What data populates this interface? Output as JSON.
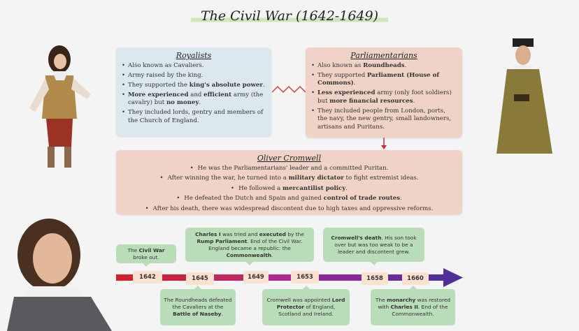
{
  "title": "The Civil War (1642-1649)",
  "royalists": {
    "heading": "Royalists",
    "items": [
      [
        [
          "Also known as Cavaliers.",
          0
        ]
      ],
      [
        [
          "Army raised by the king.",
          0
        ]
      ],
      [
        [
          "They supported the ",
          0
        ],
        [
          "king's absolute power",
          1
        ],
        [
          ".",
          0
        ]
      ],
      [
        [
          "More experienced",
          1
        ],
        [
          " and ",
          0
        ],
        [
          "efficient",
          1
        ],
        [
          " army (the cavalry) but ",
          0
        ],
        [
          "no money",
          1
        ],
        [
          ".",
          0
        ]
      ],
      [
        [
          "They included lords, gentry and members of the Church of England.",
          0
        ]
      ]
    ]
  },
  "parliamentarians": {
    "heading": "Parliamentarians",
    "items": [
      [
        [
          "Also known as ",
          0
        ],
        [
          "Roundheads",
          1
        ],
        [
          ".",
          0
        ]
      ],
      [
        [
          "They supported ",
          0
        ],
        [
          "Parliament (House of Commons)",
          1
        ],
        [
          ".",
          0
        ]
      ],
      [
        [
          "Less experienced",
          1
        ],
        [
          " army (only foot soldiers) but ",
          0
        ],
        [
          "more financial resources",
          1
        ],
        [
          ".",
          0
        ]
      ],
      [
        [
          "They included people from London, ports, the navy, the new gentry, small landowners, artisans and Puritans.",
          0
        ]
      ]
    ]
  },
  "cromwell": {
    "heading": "Oliver Cromwell",
    "items": [
      [
        [
          "He was the Parliamentarians' leader and a committed Puritan.",
          0
        ]
      ],
      [
        [
          "After winning the war, he turned into a ",
          0
        ],
        [
          "military dictator",
          1
        ],
        [
          " to fight extremist ideas.",
          0
        ]
      ],
      [
        [
          "He followed a ",
          0
        ],
        [
          "mercantilist policy",
          1
        ],
        [
          ".",
          0
        ]
      ],
      [
        [
          "He defeated the Dutch and Spain and gained ",
          0
        ],
        [
          "control of trade routes",
          1
        ],
        [
          ".",
          0
        ]
      ],
      [
        [
          "After his death, there was widespread discontent due to high taxes and oppressive reforms.",
          0
        ]
      ]
    ]
  },
  "timeline": {
    "years": [
      "1642",
      "1645",
      "1649",
      "1653",
      "1658",
      "1660"
    ],
    "events": [
      [
        [
          "The ",
          0
        ],
        [
          "Civil War",
          1
        ],
        [
          " broke out.",
          0
        ]
      ],
      [
        [
          "The Roundheads defeated the Cavaliers at the ",
          0
        ],
        [
          "Battle of Naseby",
          1
        ],
        [
          ".",
          0
        ]
      ],
      [
        [
          "Charles I",
          1
        ],
        [
          " was tried and ",
          0
        ],
        [
          "executed",
          1
        ],
        [
          " by the ",
          0
        ],
        [
          "Rump Parliament",
          1
        ],
        [
          ". End of the Civil War. England became a republic: the ",
          0
        ],
        [
          "Commonwealth",
          1
        ],
        [
          ".",
          0
        ]
      ],
      [
        [
          "Cromwell was appointed ",
          0
        ],
        [
          "Lord Protector",
          1
        ],
        [
          " of England, Scotland and Ireland.",
          0
        ]
      ],
      [
        [
          "Cromwell's death",
          1
        ],
        [
          ". His son took over but was too weak to be a leader and discontent grew.",
          0
        ]
      ],
      [
        [
          "The ",
          0
        ],
        [
          "monarchy",
          1
        ],
        [
          " was restored with ",
          0
        ],
        [
          "Charles II",
          1
        ],
        [
          ". End of the Commonwealth.",
          0
        ]
      ]
    ]
  },
  "colors": {
    "royalists": "#dce8f0",
    "parliamentarians": "#f0d3c6",
    "callout": "#b9dcb9",
    "year": "#fbe1cf"
  }
}
